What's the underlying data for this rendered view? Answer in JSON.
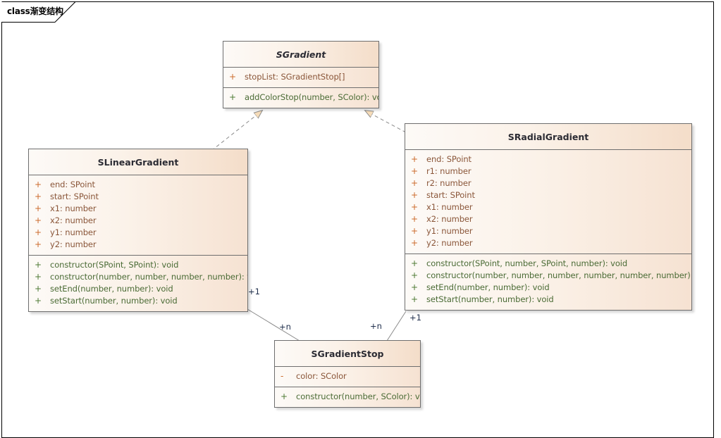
{
  "frame": {
    "tab_label": "class渐变结构",
    "tab_prefix": "class",
    "tab_name": "渐变结构"
  },
  "colors": {
    "box_border": "#6e6e6e",
    "header_gradient_from": "#fdfaf7",
    "header_gradient_to": "#f4ddc9",
    "body_gradient_to": "#f6e2d2",
    "attribute_text": "#8a5639",
    "attribute_marker": "#cc6b2c",
    "method_text": "#4a6b35",
    "method_marker": "#4e7a34",
    "title_text": "#2b2b33",
    "connector": "#8a8a8a",
    "multiplicity_text": "#21304d",
    "arrowhead_fill": "#f6dcb9"
  },
  "classes": [
    {
      "id": "sgradient",
      "name": "SGradient",
      "abstract": true,
      "attributes": [
        {
          "visibility": "+",
          "text": "stopList: SGradientStop[]"
        }
      ],
      "methods": [
        {
          "visibility": "+",
          "text": "addColorStop(number, SColor): void"
        }
      ]
    },
    {
      "id": "slineargradient",
      "name": "SLinearGradient",
      "abstract": false,
      "attributes": [
        {
          "visibility": "+",
          "text": "end: SPoint"
        },
        {
          "visibility": "+",
          "text": "start: SPoint"
        },
        {
          "visibility": "+",
          "text": "x1: number"
        },
        {
          "visibility": "+",
          "text": "x2: number"
        },
        {
          "visibility": "+",
          "text": "y1: number"
        },
        {
          "visibility": "+",
          "text": "y2: number"
        }
      ],
      "methods": [
        {
          "visibility": "+",
          "text": "constructor(SPoint, SPoint): void"
        },
        {
          "visibility": "+",
          "text": "constructor(number, number, number, number): void"
        },
        {
          "visibility": "+",
          "text": "setEnd(number, number): void"
        },
        {
          "visibility": "+",
          "text": "setStart(number, number): void"
        }
      ]
    },
    {
      "id": "sradialgradient",
      "name": "SRadialGradient",
      "abstract": false,
      "attributes": [
        {
          "visibility": "+",
          "text": "end: SPoint"
        },
        {
          "visibility": "+",
          "text": "r1: number"
        },
        {
          "visibility": "+",
          "text": "r2: number"
        },
        {
          "visibility": "+",
          "text": "start: SPoint"
        },
        {
          "visibility": "+",
          "text": "x1: number"
        },
        {
          "visibility": "+",
          "text": "x2: number"
        },
        {
          "visibility": "+",
          "text": "y1: number"
        },
        {
          "visibility": "+",
          "text": "y2: number"
        }
      ],
      "methods": [
        {
          "visibility": "+",
          "text": "constructor(SPoint, number, SPoint, number): void"
        },
        {
          "visibility": "+",
          "text": "constructor(number, number, number, number, number, number): void"
        },
        {
          "visibility": "+",
          "text": "setEnd(number, number): void"
        },
        {
          "visibility": "+",
          "text": "setStart(number, number): void"
        }
      ]
    },
    {
      "id": "sgradientstop",
      "name": "SGradientStop",
      "abstract": false,
      "attributes": [
        {
          "visibility": "-",
          "text": "color: SColor"
        }
      ],
      "methods": [
        {
          "visibility": "+",
          "text": "constructor(number, SColor): void"
        }
      ]
    }
  ],
  "relationships": [
    {
      "id": "lin-realizes-grad",
      "type": "realization",
      "from": "SLinearGradient",
      "to": "SGradient"
    },
    {
      "id": "rad-realizes-grad",
      "type": "realization",
      "from": "SRadialGradient",
      "to": "SGradient"
    },
    {
      "id": "lin-stop-assoc",
      "type": "association",
      "from": "SLinearGradient",
      "to": "SGradientStop",
      "from_multiplicity": "+1",
      "to_multiplicity": "+n"
    },
    {
      "id": "rad-stop-assoc",
      "type": "association",
      "from": "SRadialGradient",
      "to": "SGradientStop",
      "from_multiplicity": "+1",
      "to_multiplicity": "+n"
    }
  ],
  "multiplicity_labels": [
    {
      "id": "lin-one",
      "text": "+1"
    },
    {
      "id": "lin-n",
      "text": "+n"
    },
    {
      "id": "rad-n",
      "text": "+n"
    },
    {
      "id": "rad-one",
      "text": "+1"
    }
  ]
}
